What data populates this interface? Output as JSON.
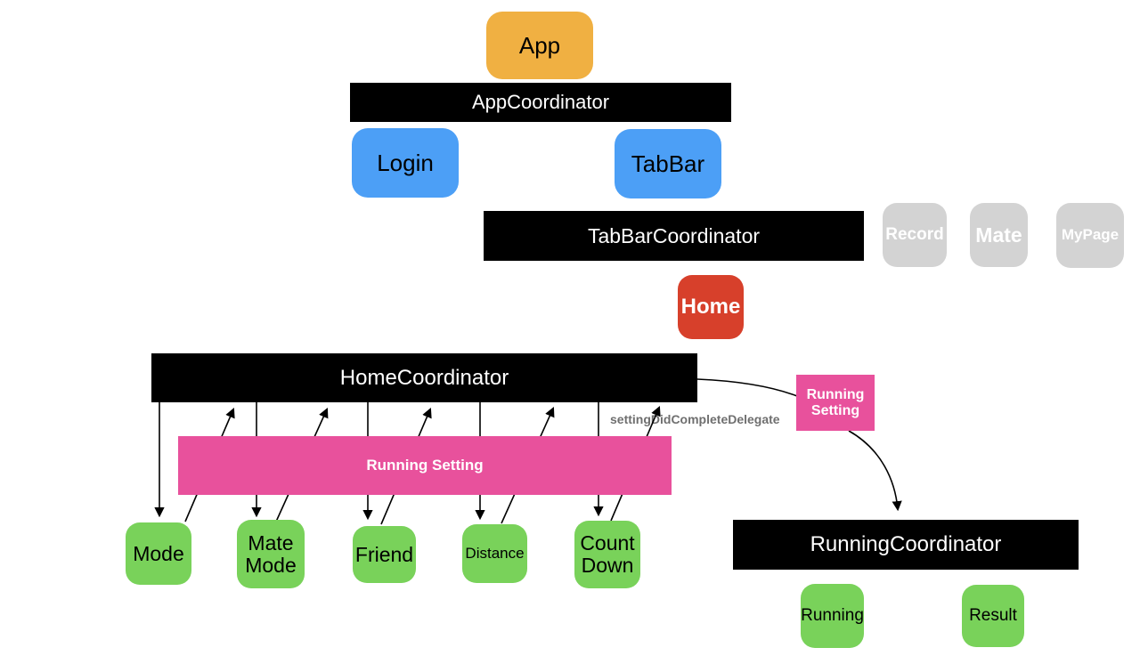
{
  "diagram": {
    "nodes": {
      "app": {
        "label": "App"
      },
      "app_coordinator": {
        "label": "AppCoordinator"
      },
      "login": {
        "label": "Login"
      },
      "tabbar": {
        "label": "TabBar"
      },
      "tabbar_coordinator": {
        "label": "TabBarCoordinator"
      },
      "record": {
        "label": "Record"
      },
      "mate": {
        "label": "Mate"
      },
      "mypage": {
        "label": "MyPage"
      },
      "home": {
        "label": "Home"
      },
      "home_coordinator": {
        "label": "HomeCoordinator"
      },
      "running_setting_screen": {
        "label": "Running Setting"
      },
      "running_setting_panel": {
        "label": "Running Setting"
      },
      "mode": {
        "label": "Mode"
      },
      "mate_mode": {
        "label": "Mate Mode"
      },
      "friend": {
        "label": "Friend"
      },
      "distance": {
        "label": "Distance"
      },
      "count_down": {
        "label": "Count Down"
      },
      "running_coordinator": {
        "label": "RunningCoordinator"
      },
      "running": {
        "label": "Running"
      },
      "result": {
        "label": "Result"
      }
    },
    "edge_label": "settingDidCompleteDelegate",
    "edges": [
      {
        "from": "home_coordinator",
        "to": "mode",
        "type": "arrow-down"
      },
      {
        "from": "home_coordinator",
        "to": "mate_mode",
        "type": "arrow-down"
      },
      {
        "from": "home_coordinator",
        "to": "friend",
        "type": "arrow-down"
      },
      {
        "from": "home_coordinator",
        "to": "distance",
        "type": "arrow-down"
      },
      {
        "from": "home_coordinator",
        "to": "count_down",
        "type": "arrow-down"
      },
      {
        "from": "mode",
        "to": "home_coordinator",
        "type": "arrow-up"
      },
      {
        "from": "mate_mode",
        "to": "home_coordinator",
        "type": "arrow-up"
      },
      {
        "from": "friend",
        "to": "home_coordinator",
        "type": "arrow-up"
      },
      {
        "from": "distance",
        "to": "home_coordinator",
        "type": "arrow-up"
      },
      {
        "from": "count_down",
        "to": "home_coordinator",
        "type": "arrow-up",
        "label": "settingDidCompleteDelegate"
      },
      {
        "from": "home_coordinator",
        "to": "running_setting_screen",
        "type": "curve"
      },
      {
        "from": "running_setting_screen",
        "to": "running_coordinator",
        "type": "curve-arrow"
      }
    ],
    "colors": {
      "orange": "#F0B042",
      "blue": "#4C9FF6",
      "red": "#D7402B",
      "pink": "#E8519C",
      "green": "#79D25A",
      "gray": "#D3D3D3",
      "bar_black": "#000000",
      "label_gray": "#6F6F6F"
    }
  }
}
